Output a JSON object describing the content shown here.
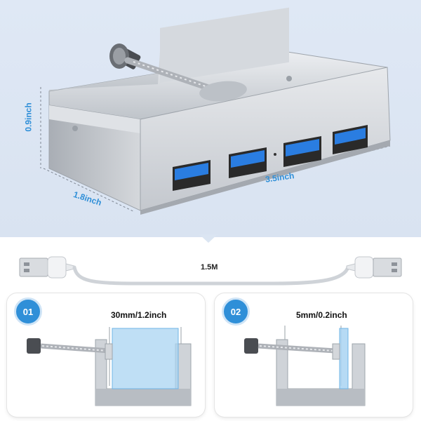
{
  "dimensions": {
    "height": "0.9inch",
    "depth": "1.8inch",
    "width": "3.5inch"
  },
  "cable": {
    "length_label": "1.5M"
  },
  "clamp_steps": [
    {
      "number": "01",
      "thickness": "30mm/1.2inch"
    },
    {
      "number": "02",
      "thickness": "5mm/0.2inch"
    }
  ],
  "colors": {
    "accent": "#2f8fd8",
    "hero_background": "#dbe5f2",
    "usb_port_blue": "#2a7de1",
    "aluminum": "#c9cdd3"
  }
}
